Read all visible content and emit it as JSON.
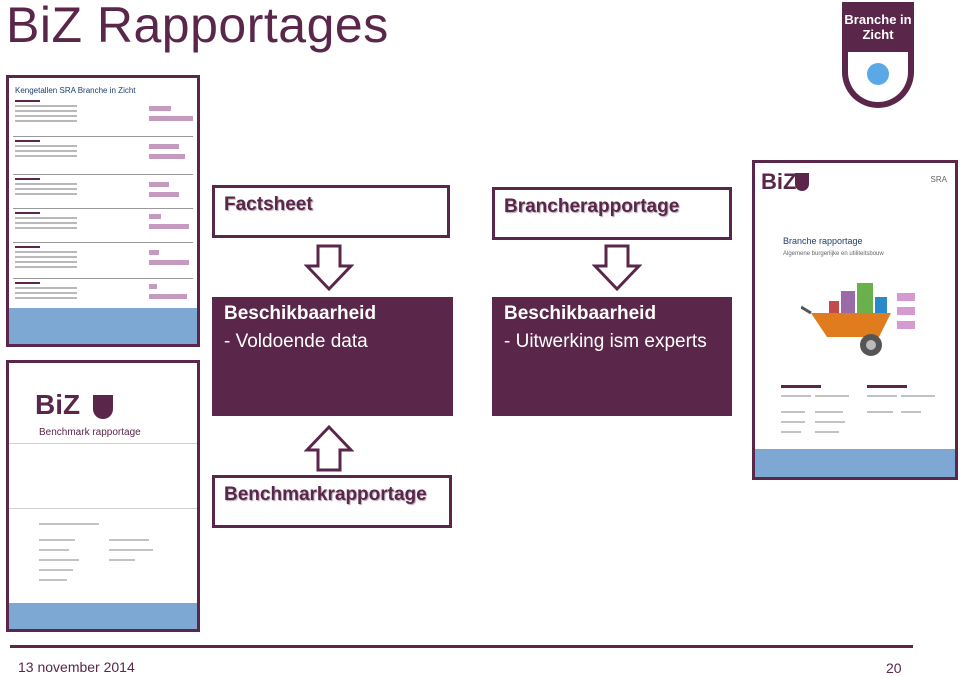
{
  "slide": {
    "title": "BiZ Rapportages",
    "logo_text": "Branche in Zicht",
    "footer_date": "13 november 2014",
    "page_number": "20"
  },
  "thumbnails": {
    "factsheet_header": "Kengetallen SRA Branche in Zicht",
    "benchmark_logo": "BiZ",
    "benchmark_title": "Benchmark rapportage",
    "branche_logo": "BiZ",
    "branche_sra": "SRA",
    "branche_title": "Branche rapportage",
    "branche_subtitle": "Algemene burgerlijke en utiliteitsbouw"
  },
  "flow": {
    "factsheet": "Factsheet",
    "brancherapportage": "Brancherapportage",
    "benchmarkrapportage": "Benchmarkrapportage",
    "box_left": {
      "heading": "Beschikbaarheid",
      "text": "- Voldoende data"
    },
    "box_right": {
      "heading": "Beschikbaarheid",
      "text": "- Uitwerking ism experts"
    }
  },
  "colors": {
    "brand": "#5a2649",
    "accent_blue": "#7ea8d4"
  }
}
